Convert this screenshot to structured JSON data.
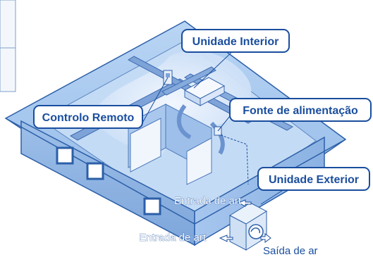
{
  "labels": {
    "indoor_unit": "Unidade Interior",
    "remote_control": "Controlo Remoto",
    "power_supply": "Fonte de alimentação",
    "outdoor_unit": "Unidade Exterior",
    "air_inlet_upper": "Entrada de art",
    "air_inlet_lower": "Entrada de art",
    "air_outlet": "Saída de ar"
  },
  "colors": {
    "callout_fill": "#ffffff",
    "callout_border": "#1a4e9e",
    "callout_text": "#1a4e9e",
    "roof": "#9fc4ee",
    "wall_front": "#8fb3e3",
    "wall_side": "#a9c9f0",
    "interior_floor": "#c9def7",
    "ceiling_glow": "#e3eefb"
  }
}
